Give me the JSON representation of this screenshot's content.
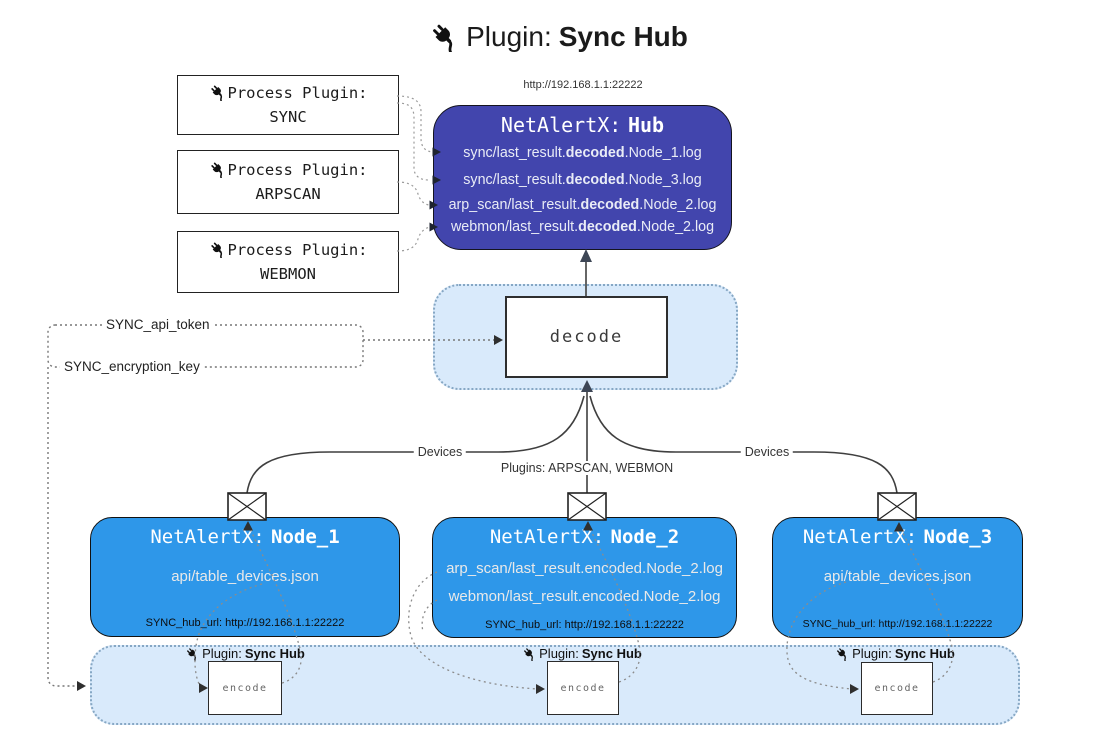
{
  "title": {
    "prefix": "Plugin:",
    "name": "Sync Hub"
  },
  "process_plugins": [
    {
      "label": "Process Plugin:",
      "name": "SYNC"
    },
    {
      "label": "Process Plugin:",
      "name": "ARPSCAN"
    },
    {
      "label": "Process Plugin:",
      "name": "WEBMON"
    }
  ],
  "hub": {
    "url": "http://192.168.1.1:22222",
    "title_prefix": "NetAlertX:",
    "title_name": "Hub",
    "log_lines": [
      {
        "pre": "sync/last_result.",
        "bold": "decoded",
        "post": ".Node_1.log"
      },
      {
        "pre": "sync/last_result.",
        "bold": "decoded",
        "post": ".Node_3.log"
      },
      {
        "pre": "arp_scan/last_result.",
        "bold": "decoded",
        "post": ".Node_2.log"
      },
      {
        "pre": "webmon/last_result.",
        "bold": "decoded",
        "post": ".Node_2.log"
      }
    ]
  },
  "decode_label": "decode",
  "settings": {
    "api_token": "SYNC_api_token",
    "encryption_key": "SYNC_encryption_key"
  },
  "edge_labels": {
    "devices_left": "Devices",
    "devices_right": "Devices",
    "plugins": "Plugins: ARPSCAN, WEBMON"
  },
  "nodes": [
    {
      "title_prefix": "NetAlertX:",
      "title_name": "Node_1",
      "lines": [
        "api/table_devices.json"
      ],
      "hub_url": "SYNC_hub_url: http://192.168.1.1:22222"
    },
    {
      "title_prefix": "NetAlertX:",
      "title_name": "Node_2",
      "lines": [
        "arp_scan/last_result.encoded.Node_2.log",
        "webmon/last_result.encoded.Node_2.log"
      ],
      "hub_url": "SYNC_hub_url: http://192.168.1.1:22222"
    },
    {
      "title_prefix": "NetAlertX:",
      "title_name": "Node_3",
      "lines": [
        "api/table_devices.json"
      ],
      "hub_url": "SYNC_hub_url: http://192.168.1.1:22222"
    }
  ],
  "encoders": [
    {
      "plugin_prefix": "Plugin:",
      "plugin_name": "Sync Hub",
      "action": "encode"
    },
    {
      "plugin_prefix": "Plugin:",
      "plugin_name": "Sync Hub",
      "action": "encode"
    },
    {
      "plugin_prefix": "Plugin:",
      "plugin_name": "Sync Hub",
      "action": "encode"
    }
  ],
  "icons": {
    "plug": "electric plug",
    "envelope": "mail envelope"
  },
  "colors": {
    "hub_bg": "#4245ad",
    "node_bg": "#2e97e9",
    "panel_bg": "#d9eafb",
    "panel_border": "#86a7c4",
    "light_text": "#e9ecf6"
  }
}
